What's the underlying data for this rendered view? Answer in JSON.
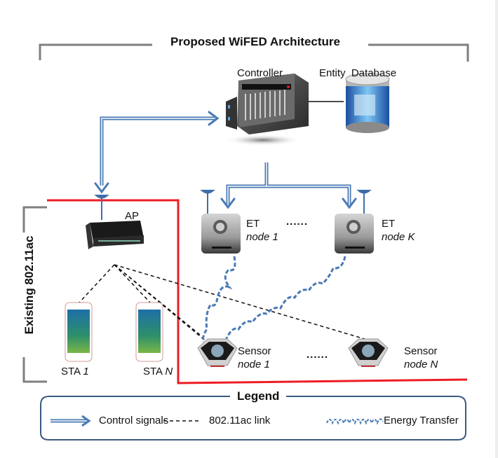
{
  "title": "Proposed WiFED Architecture",
  "side_label": "Existing 802.11ac",
  "nodes": {
    "controller": {
      "label": "Controller",
      "icon": "server-rack-icon"
    },
    "database": {
      "label": "Entity  Database",
      "icon": "database-cylinder-icon"
    },
    "ap": {
      "label": "AP",
      "icon": "router-icon"
    },
    "et1": {
      "line1": "ET",
      "line2": "node 1",
      "icon": "et-node-icon"
    },
    "etk": {
      "line1": "ET",
      "line2": "node K",
      "icon": "et-node-icon"
    },
    "sta1": {
      "prefix": "STA ",
      "index": "1",
      "icon": "smartphone-icon"
    },
    "stan": {
      "prefix": "STA ",
      "index": "N",
      "icon": "smartphone-icon"
    },
    "sensor1": {
      "line1": "Sensor",
      "line2": "node 1",
      "icon": "sensor-node-icon"
    },
    "sensorn": {
      "line1": "Sensor",
      "line2": "node N",
      "icon": "sensor-node-icon"
    }
  },
  "ellipsis": "......",
  "legend": {
    "title": "Legend",
    "items": [
      {
        "label": "Control signals",
        "style": "double-arrow"
      },
      {
        "label": "802.11ac link",
        "style": "dashed"
      },
      {
        "label": "Energy Transfer",
        "style": "blue-zigzag"
      }
    ]
  },
  "colors": {
    "control": "#4a7ab5",
    "energy": "#4a7ab5",
    "boundary": "#ee1c25",
    "bracket": "#7f7f7f",
    "legend_border": "#3c5a80"
  }
}
